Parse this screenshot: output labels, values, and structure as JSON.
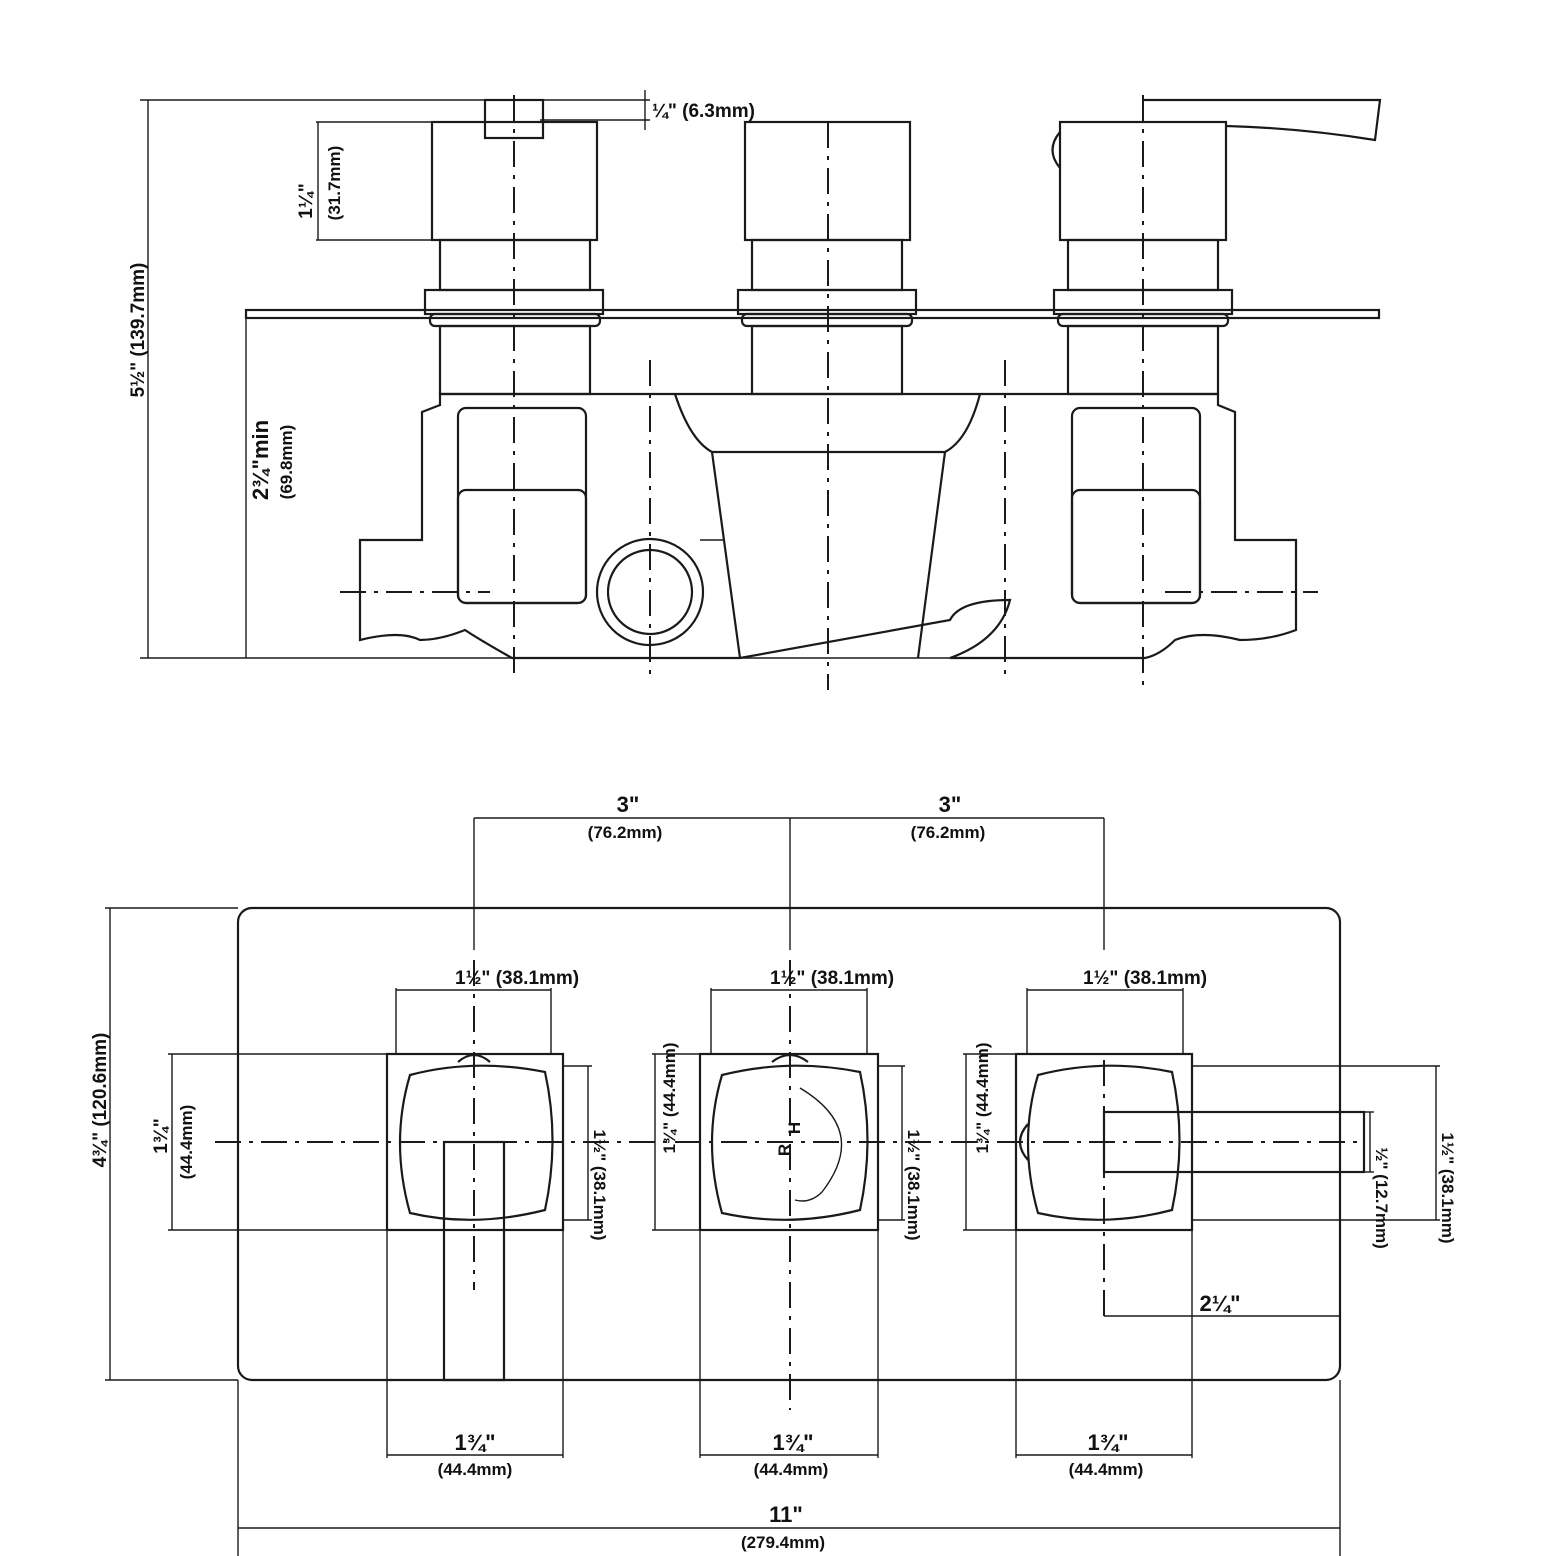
{
  "side_view": {
    "lever_thickness": "¼\" (6.3mm)",
    "handle_height_in": "1¼\"",
    "handle_height_mm": "(31.7mm)",
    "total_height": "5½\" (139.7mm)",
    "min_depth_in": "2¾\"min",
    "min_depth_mm": "(69.8mm)"
  },
  "front_view": {
    "spacing_left_in": "3\"",
    "spacing_left_mm": "(76.2mm)",
    "spacing_right_in": "3\"",
    "spacing_right_mm": "(76.2mm)",
    "plate_height": "4¾\" (120.6mm)",
    "handle_width_left": "1½\"  (38.1mm)",
    "handle_width_mid": "1½\" (38.1mm)",
    "handle_width_right": "1½\" (38.1mm)",
    "escutcheon_left_in": "1¾\"",
    "escutcheon_left_mm": "(44.4mm)",
    "escutcheon_mid": "1¾\" (44.4mm)",
    "escutcheon_right": "1¾\" (44.4mm)",
    "handle_height_left": "1½\" (38.1mm)",
    "handle_height_mid": "1½\" (38.1mm)",
    "handle_height_right": "1½\" (38.1mm)",
    "lever_width": "½\" (12.7mm)",
    "lever_length": "2¼\"",
    "bottom_left_in": "1¾\"",
    "bottom_left_mm": "(44.4mm)",
    "bottom_mid_in": "1¾\"",
    "bottom_mid_mm": "(44.4mm)",
    "bottom_right_in": "1¾\"",
    "bottom_right_mm": "(44.4mm)",
    "overall_width_in": "11\"",
    "overall_width_mm": "(279.4mm)",
    "dial_mark_h": "H",
    "dial_mark_r": "R"
  }
}
